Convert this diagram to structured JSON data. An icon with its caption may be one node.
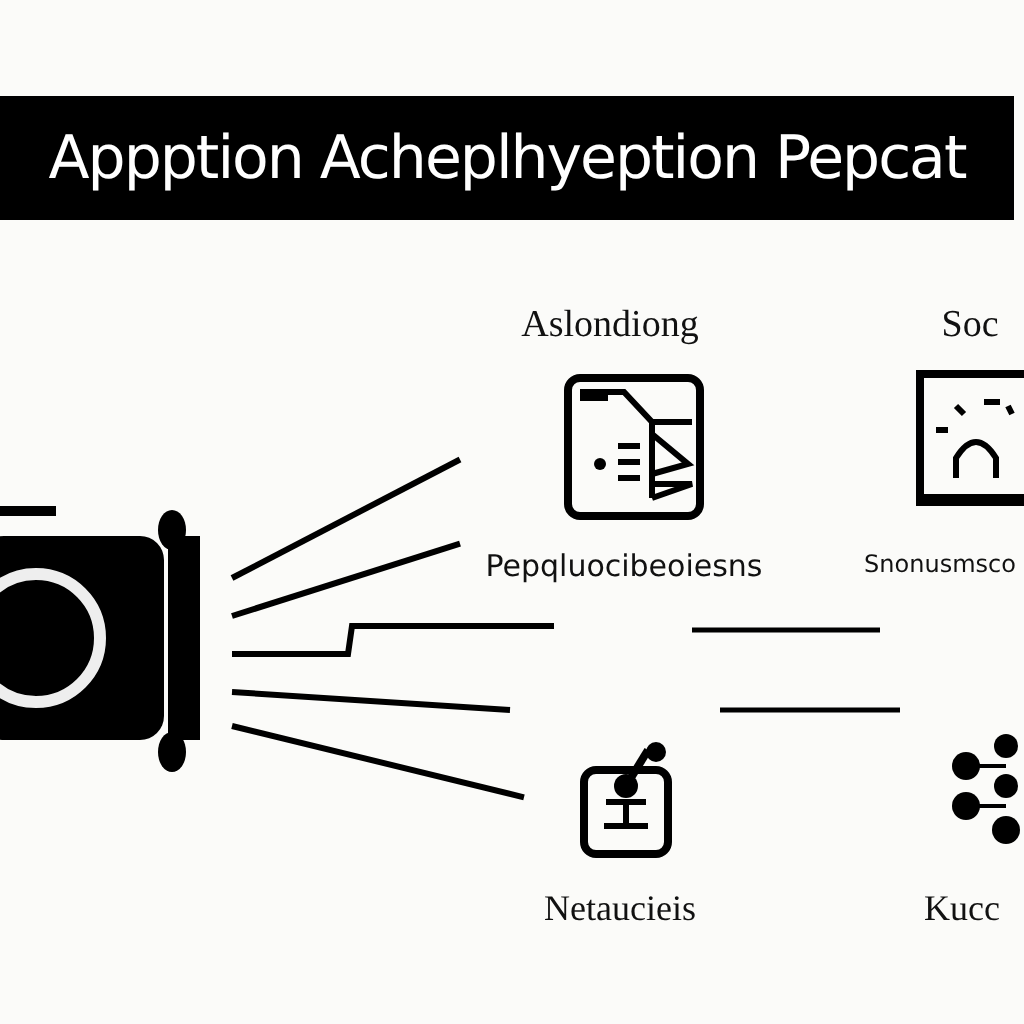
{
  "diagram": {
    "title": "Appption Acheplhyeption Pepcat",
    "nodes": [
      {
        "text": [],
        "shape": "picture"
      },
      {
        "text": [
          "Aslondiong",
          "Pepqluocibeoiesns"
        ]
      },
      {
        "text": [
          "Soc",
          "Snonusmsco"
        ]
      },
      {
        "text": [
          "Netaucieis"
        ]
      },
      {
        "text": [
          "Kucc"
        ]
      }
    ],
    "edges": [
      {
        "from": 0,
        "to": 1,
        "arrow": "none"
      },
      {
        "from": 0,
        "to": 1,
        "arrow": "none"
      },
      {
        "from": 0,
        "to": null,
        "arrow": "none"
      },
      {
        "from": 0,
        "to": null,
        "arrow": "none"
      },
      {
        "from": 0,
        "to": 3,
        "arrow": "none"
      }
    ]
  }
}
